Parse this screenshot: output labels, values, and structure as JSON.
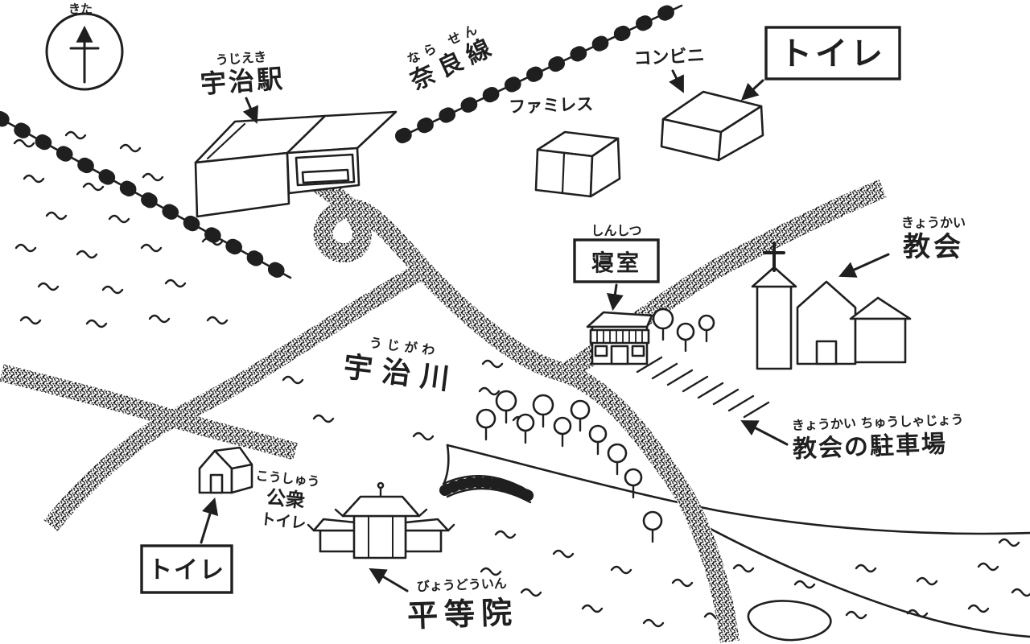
{
  "compass": {
    "north_label": "きた"
  },
  "station": {
    "furigana": "うじえき",
    "name": "宇治駅"
  },
  "railway": {
    "furigana": "なら せん",
    "name": "奈良線"
  },
  "river": {
    "furigana": "うじがわ",
    "name": "宇治川"
  },
  "places": {
    "family_restaurant": "ファミレス",
    "convenience_store": "コンビニ",
    "toilet_ne": "トイレ",
    "bedroom": {
      "furigana": "しんしつ",
      "name": "寝室"
    },
    "church": {
      "furigana": "きょうかい",
      "name": "教会"
    },
    "church_parking": {
      "furigana": "きょうかい ちゅうしゃじょう",
      "name": "教会の駐車場"
    },
    "public_toilet": {
      "furigana": "こうしゅう",
      "line1": "公衆",
      "line2": "トイレ"
    },
    "toilet_sw": "トイレ",
    "byodoin": {
      "furigana": "びょうどういん",
      "name": "平等院"
    }
  },
  "colors": {
    "ink": "#1f1f1f",
    "paper": "#ffffff"
  }
}
